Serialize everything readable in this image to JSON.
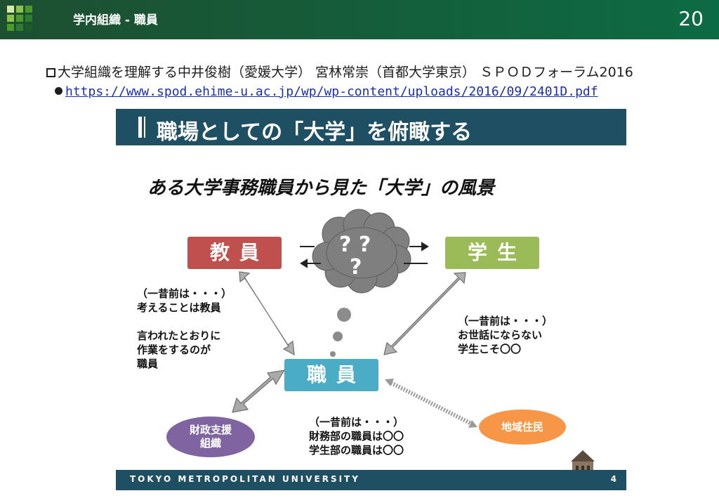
{
  "header": {
    "title": "学内組織 - 職員",
    "page_number": "20"
  },
  "reference": {
    "citation": "大学組織を理解する中井俊樹（愛媛大学） 宮林常崇（首都大学東京） ＳＰＯＤフォーラム2016",
    "url": "https://www.spod.ehime-u.ac.jp/wp/wp-content/uploads/2016/09/2401D.pdf"
  },
  "slide": {
    "banner_title": "職場としての「大学」を俯瞰する",
    "subtitle": "ある大学事務職員から見た「大学」の風景",
    "nodes": {
      "faculty": "教員",
      "students": "学生",
      "staff": "職員",
      "finance": "財政支援\n組織",
      "residents": "地域住民"
    },
    "cloud_text_1": "? ?",
    "cloud_text_2": "?",
    "notes": {
      "faculty_staff": "（一昔前は・・・）\n考えることは教員\n\n言われたとおりに\n作業をするのが\n職員",
      "students": "（一昔前は・・・）\nお世話にならない\n学生こそ〇〇",
      "staff": "（一昔前は・・・）\n財務部の職員は〇〇\n学生部の職員は〇〇"
    },
    "footer_text": "TOKYO METROPOLITAN UNIVERSITY",
    "footer_page": "4"
  },
  "colors": {
    "header_green": "#0d6b44",
    "banner": "#1f4f63",
    "faculty_box": "#c0504d",
    "students_box": "#9bbb59",
    "staff_box": "#4bacc6",
    "finance_oval": "#8064a2",
    "residents_oval": "#f79646",
    "link": "#1b2fa8"
  }
}
